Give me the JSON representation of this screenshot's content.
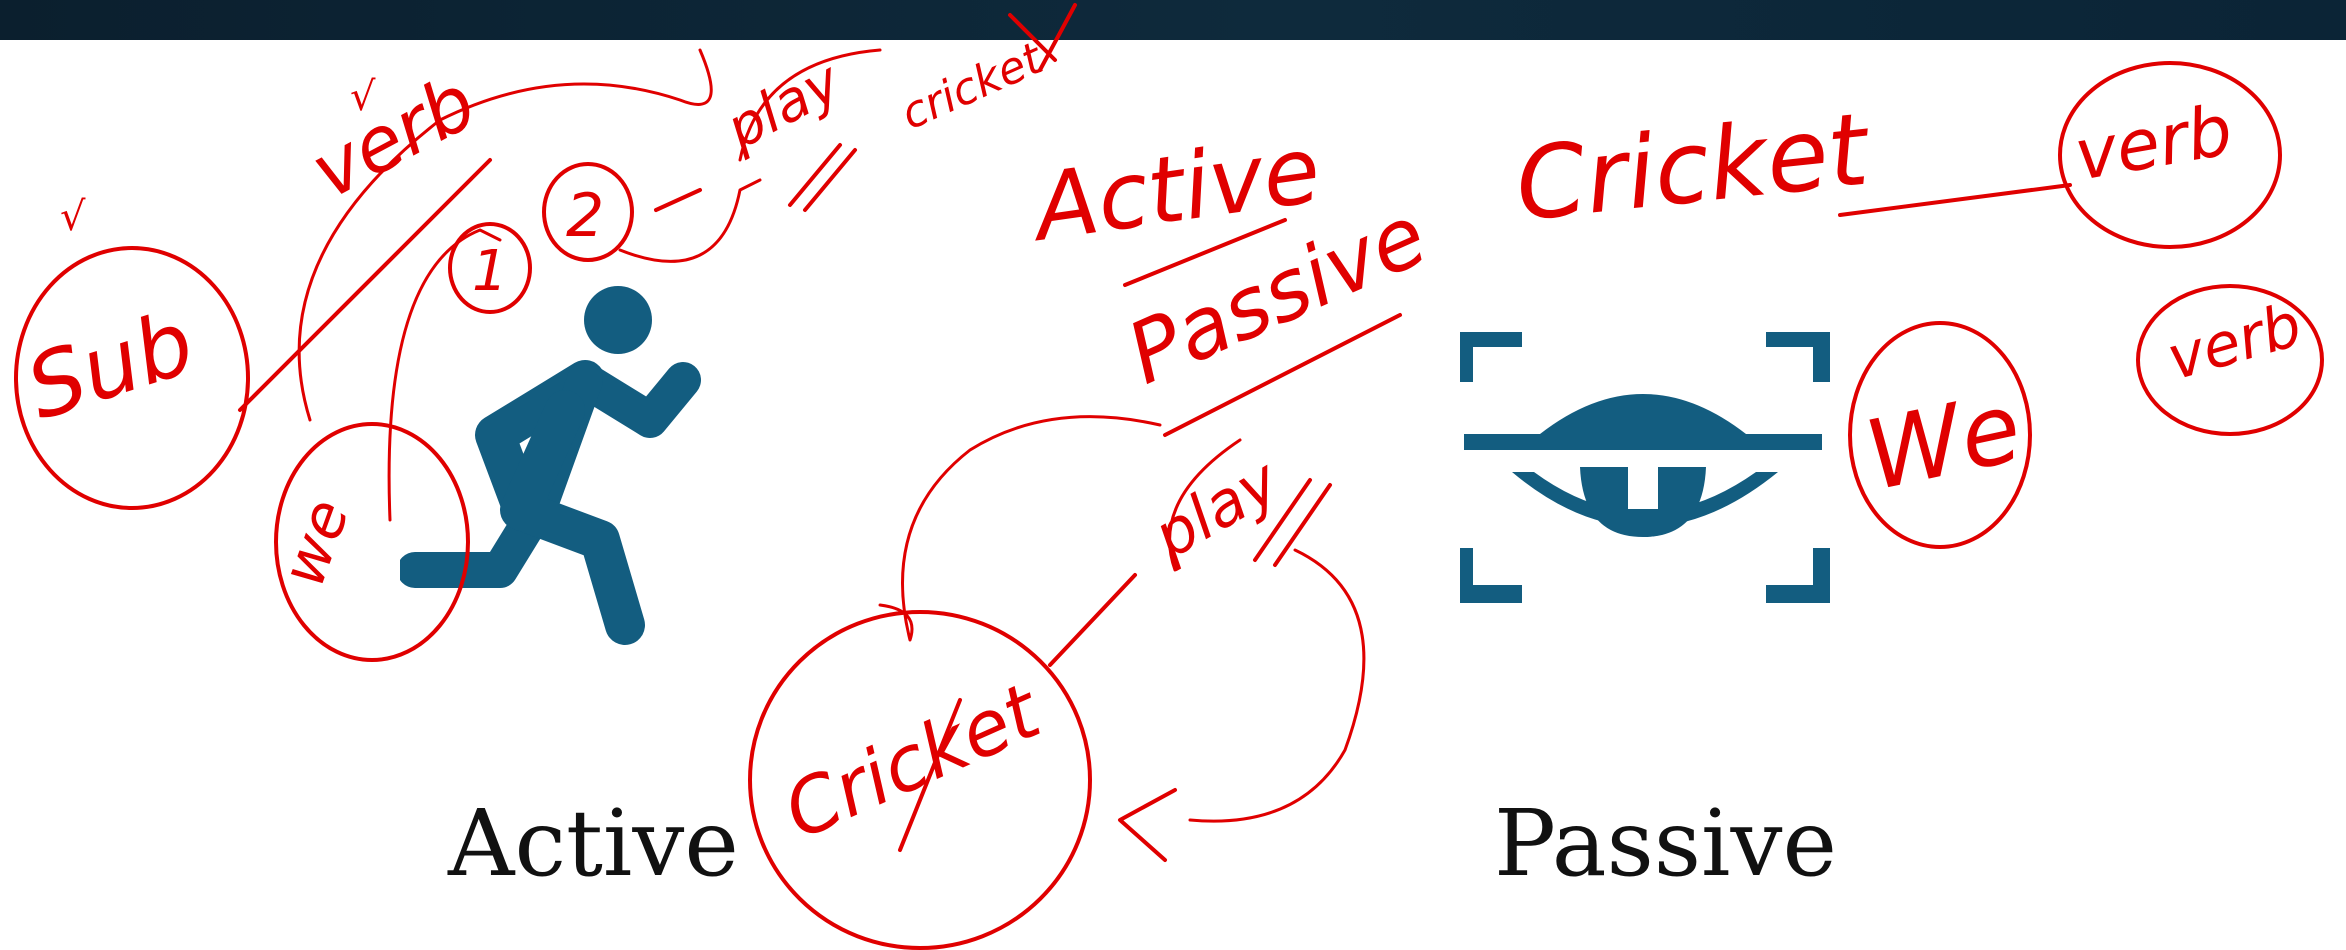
{
  "slide": {
    "colors": {
      "topbar": "#0e2a3c",
      "icon": "#135d80",
      "ink": "#e00000",
      "text": "#111111"
    },
    "labels": {
      "active": "Active",
      "passive": "Passive"
    },
    "icons": {
      "left": "running-person-icon",
      "right": "eye-scan-icon"
    }
  },
  "annotations": {
    "sub": "Sub",
    "verb": "verb",
    "we_left": "we",
    "play_top": "play",
    "cricket_top": "cricket",
    "circle_1": "1",
    "circle_2": "2",
    "active_word": "Active",
    "passive_word": "Passive",
    "cricket_right": "Cricket",
    "verb_right_1": "verb",
    "verb_right_2": "verb",
    "we_right": "We",
    "play_mid": "play",
    "cricket_bottom": "Cricket",
    "checkmark": "√"
  }
}
